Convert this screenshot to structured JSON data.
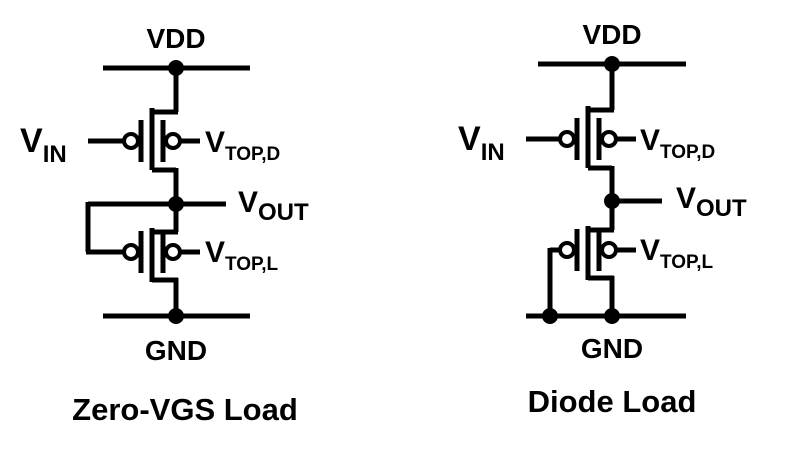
{
  "colors": {
    "line": "#000000",
    "background": "#ffffff"
  },
  "circuits": [
    {
      "caption": "Zero-VGS Load",
      "supply_label": "VDD",
      "ground_label": "GND",
      "input_label": {
        "main": "V",
        "sub": "IN"
      },
      "output_label": {
        "main": "V",
        "sub": "OUT"
      },
      "driver_top_gate_label": {
        "main": "V",
        "sub": "TOP,D"
      },
      "load_top_gate_label": {
        "main": "V",
        "sub": "TOP,L"
      }
    },
    {
      "caption": "Diode Load",
      "supply_label": "VDD",
      "ground_label": "GND",
      "input_label": {
        "main": "V",
        "sub": "IN"
      },
      "output_label": {
        "main": "V",
        "sub": "OUT"
      },
      "driver_top_gate_label": {
        "main": "V",
        "sub": "TOP,D"
      },
      "load_top_gate_label": {
        "main": "V",
        "sub": "TOP,L"
      }
    }
  ]
}
